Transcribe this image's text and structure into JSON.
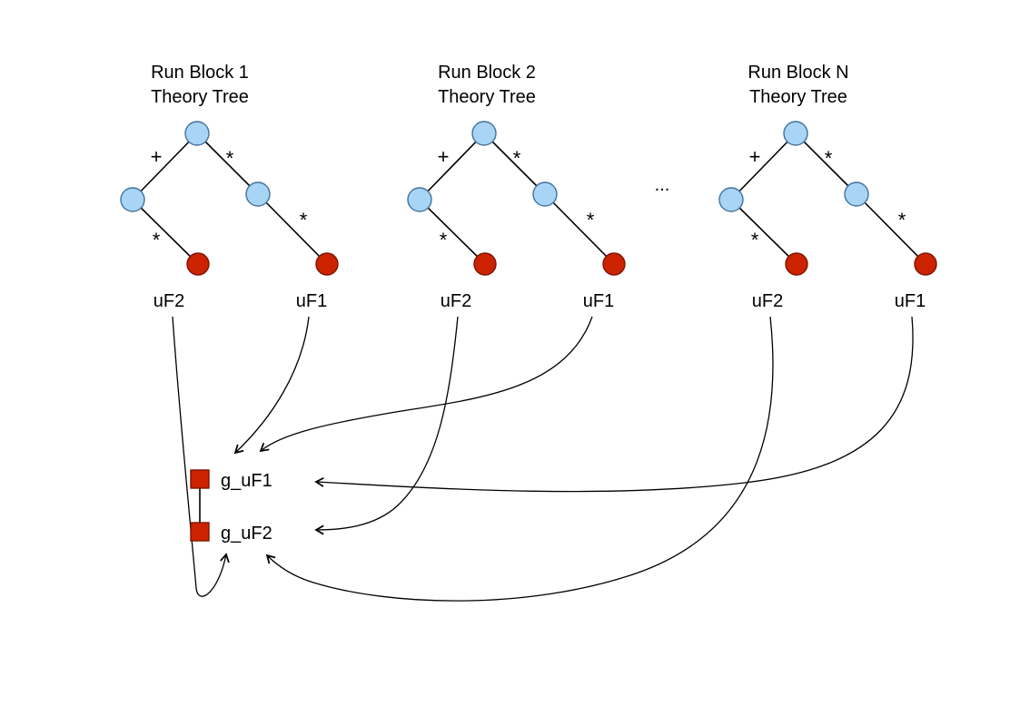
{
  "diagram": {
    "colors": {
      "background": "#ffffff",
      "internal_node_fill": "#a8d4f5",
      "internal_node_stroke": "#41719c",
      "leaf_node_fill": "#cc2200",
      "leaf_node_stroke": "#7f1500",
      "edge_color": "#000000",
      "text_color": "#000000"
    },
    "trees": [
      {
        "title_line1": "Run Block 1",
        "title_line2": "Theory Tree",
        "edge_labels": [
          "+",
          "*",
          "*",
          "*"
        ],
        "leaf_labels": [
          "uF2",
          "uF1"
        ]
      },
      {
        "title_line1": "Run Block 2",
        "title_line2": "Theory Tree",
        "edge_labels": [
          "+",
          "*",
          "*",
          "*"
        ],
        "leaf_labels": [
          "uF2",
          "uF1"
        ]
      },
      {
        "title_line1": "Run Block N",
        "title_line2": "Theory Tree",
        "edge_labels": [
          "+",
          "*",
          "*",
          "*"
        ],
        "leaf_labels": [
          "uF2",
          "uF1"
        ]
      }
    ],
    "ellipsis": "...",
    "global_nodes": [
      {
        "label": "g_uF1"
      },
      {
        "label": "g_uF2"
      }
    ],
    "connections": [
      {
        "from": "Run Block 1 uF2",
        "to": "g_uF2"
      },
      {
        "from": "Run Block 1 uF1",
        "to": "g_uF1"
      },
      {
        "from": "Run Block 2 uF2",
        "to": "g_uF2"
      },
      {
        "from": "Run Block 2 uF1",
        "to": "g_uF1"
      },
      {
        "from": "Run Block N uF2",
        "to": "g_uF2"
      },
      {
        "from": "Run Block N uF1",
        "to": "g_uF1"
      }
    ]
  }
}
